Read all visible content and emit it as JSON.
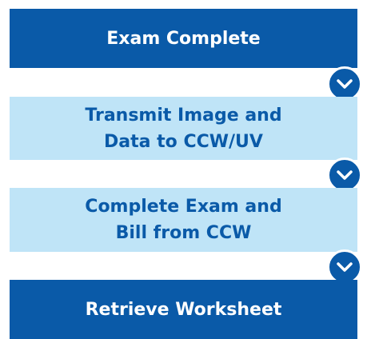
{
  "flow": {
    "steps": [
      {
        "label": "Exam Complete",
        "style": "dark"
      },
      {
        "label": "Transmit Image and\nData to CCW/UV",
        "style": "light"
      },
      {
        "label": "Complete Exam and\nBill from CCW",
        "style": "light"
      },
      {
        "label": "Retrieve Worksheet",
        "style": "dark"
      }
    ],
    "connector_icon": "chevron-down-icon",
    "colors": {
      "dark_blue": "#0a5aa8",
      "light_blue": "#bfe4f7",
      "white": "#ffffff"
    }
  }
}
